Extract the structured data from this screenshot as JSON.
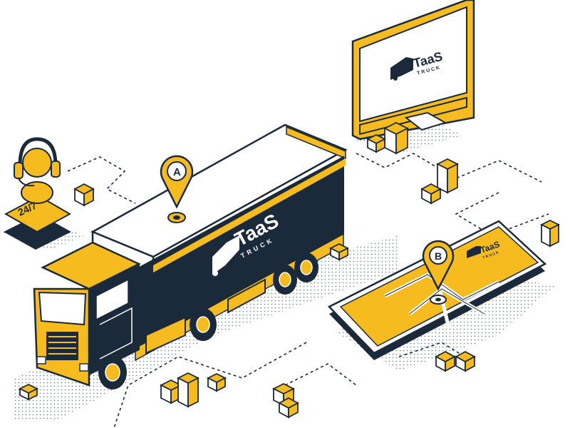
{
  "colors": {
    "navy": "#1b2a3a",
    "yellow": "#f6bb1f",
    "white": "#ffffff",
    "light_gray": "#e9e9e9"
  },
  "brand": {
    "truck_logo_title": "TaaS",
    "truck_logo_sub": "TRUCK",
    "monitor_logo_title": "TaaS",
    "monitor_logo_sub": "TRUCK",
    "phone_logo_title": "TaaS",
    "phone_logo_sub": "TRUCK"
  },
  "support": {
    "label": "24/7",
    "icon": "headset-operator-icon"
  },
  "pins": {
    "pin_a_label": "A",
    "pin_b_label": "B"
  },
  "icons": [
    "semi-truck-icon",
    "desktop-monitor-icon",
    "smartphone-map-icon",
    "location-pin-icon",
    "cargo-box-icon"
  ]
}
